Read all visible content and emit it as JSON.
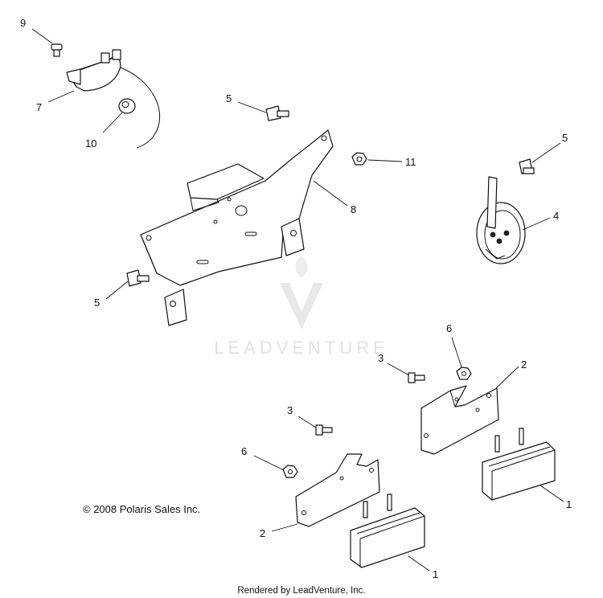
{
  "callouts": [
    {
      "id": "9",
      "text": "9"
    },
    {
      "id": "7",
      "text": "7"
    },
    {
      "id": "10",
      "text": "10"
    },
    {
      "id": "5a",
      "text": "5"
    },
    {
      "id": "11",
      "text": "11"
    },
    {
      "id": "8",
      "text": "8"
    },
    {
      "id": "5b",
      "text": "5"
    },
    {
      "id": "4",
      "text": "4"
    },
    {
      "id": "5c",
      "text": "5"
    },
    {
      "id": "6a",
      "text": "6"
    },
    {
      "id": "3a",
      "text": "3"
    },
    {
      "id": "2a",
      "text": "2"
    },
    {
      "id": "3b",
      "text": "3"
    },
    {
      "id": "6b",
      "text": "6"
    },
    {
      "id": "2b",
      "text": "2"
    },
    {
      "id": "1a",
      "text": "1"
    },
    {
      "id": "1b",
      "text": "1"
    }
  ],
  "watermark": {
    "text": "LEADVENTURE"
  },
  "copyright": "© 2008 Polaris Sales Inc.",
  "footer": "Rendered by LeadVenture, Inc.",
  "colors": {
    "line": "#111111",
    "watermark": "#e2e2e2",
    "background": "#ffffff"
  }
}
